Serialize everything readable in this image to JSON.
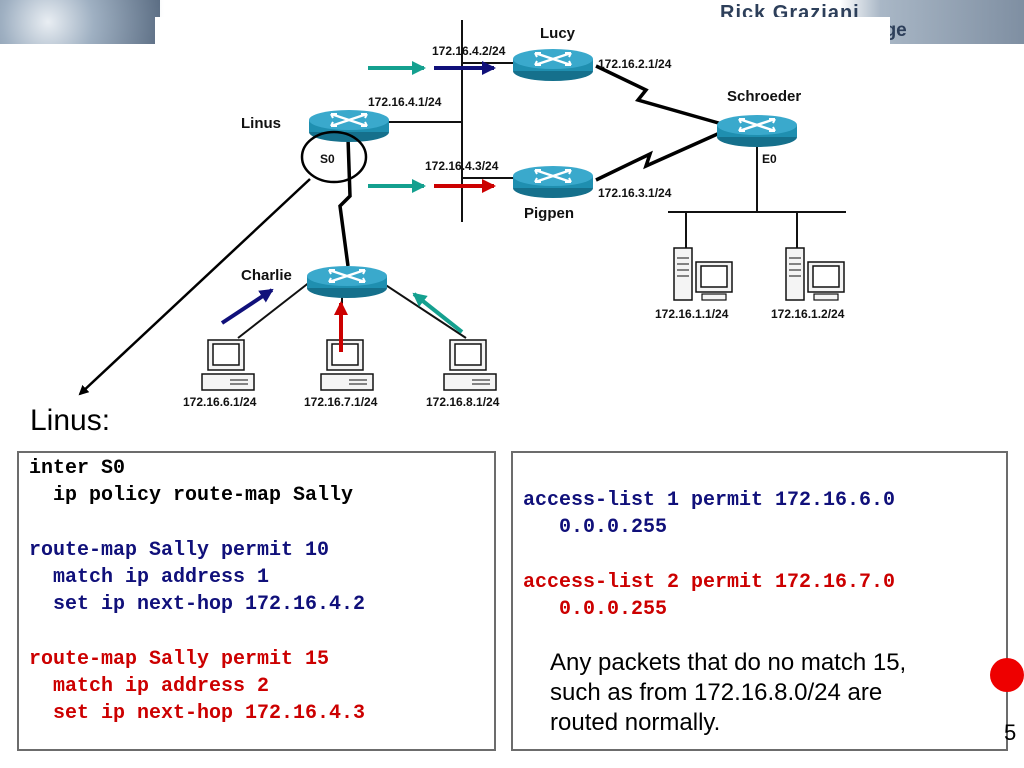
{
  "banner": {
    "author": "Rick Graziani",
    "college_fragment": "ege"
  },
  "routers": {
    "lucy": "Lucy",
    "linus": "Linus",
    "schroeder": "Schroeder",
    "pigpen": "Pigpen",
    "charlie": "Charlie"
  },
  "interfaces": {
    "s0": "S0",
    "e0": "E0"
  },
  "addresses": {
    "lucy_lan": "172.16.4.2/24",
    "lucy_serial": "172.16.2.1/24",
    "linus_lan": "172.16.4.1/24",
    "pigpen_lan": "172.16.4.3/24",
    "pigpen_serial": "172.16.3.1/24",
    "host_1": "172.16.1.1/24",
    "host_2": "172.16.1.2/24",
    "host_6": "172.16.6.1/24",
    "host_7": "172.16.7.1/24",
    "host_8": "172.16.8.1/24"
  },
  "colors": {
    "blue_path": "#10107a",
    "red_path": "#cc0000",
    "teal_path": "#14a08f",
    "router_body": "#1f8fb0"
  },
  "heading": "Linus:",
  "config_left": {
    "line1": "inter S0",
    "line2": "  ip policy route-map Sally",
    "line3": "route-map Sally permit 10",
    "line4": "  match ip address 1",
    "line5": "  set ip next-hop 172.16.4.2",
    "line6": "route-map Sally permit 15",
    "line7": "  match ip address 2",
    "line8": "  set ip next-hop 172.16.4.3"
  },
  "config_right": {
    "line1": "access-list 1 permit 172.16.6.0",
    "line2": "   0.0.0.255",
    "line3": "access-list 2 permit 172.16.7.0",
    "line4": "   0.0.0.255"
  },
  "note": "Any packets that do no match 15, such as from 172.16.8.0/24 are routed normally.",
  "page_number": "5"
}
